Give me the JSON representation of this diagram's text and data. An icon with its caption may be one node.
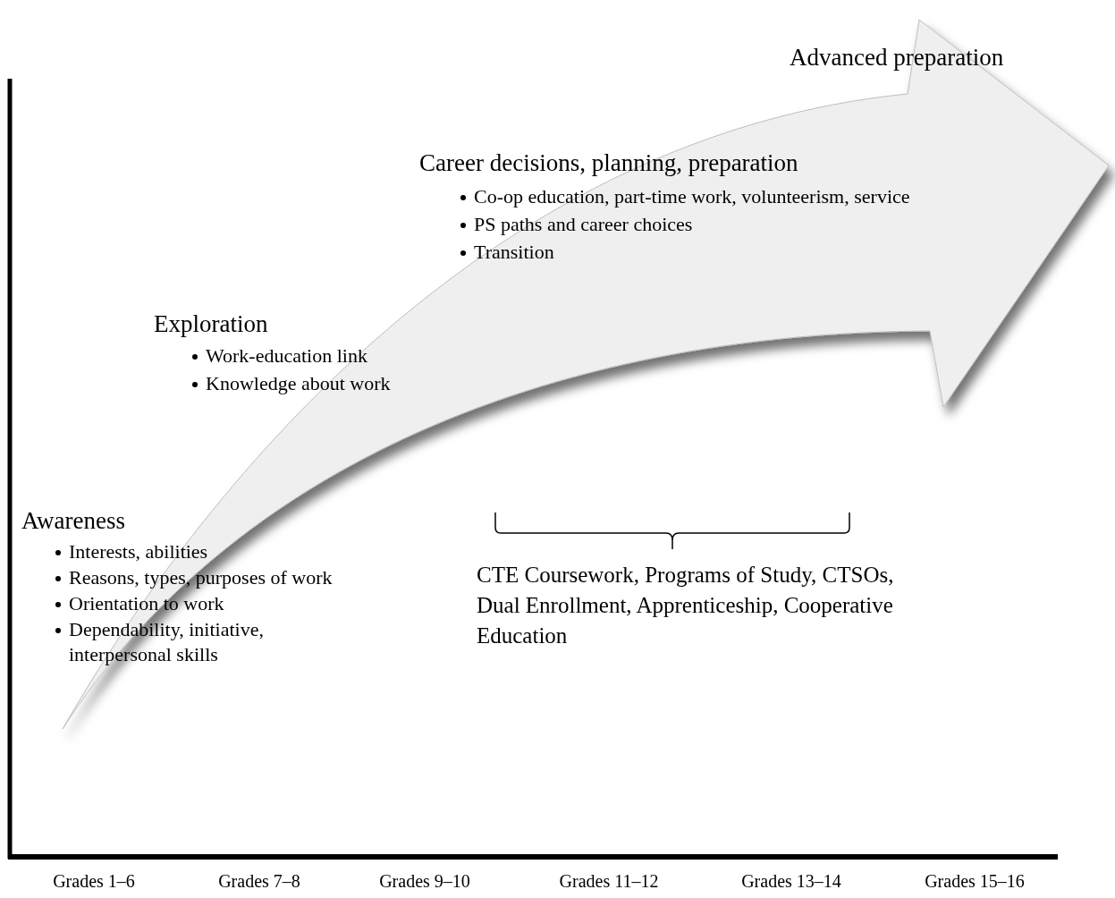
{
  "diagram": {
    "labels": [
      "Advanced preparation",
      "Career decisions, planning, preparation",
      "Co-op education, part-time work, volunteerism, service",
      "PS paths and career choices",
      "Transition",
      "Exploration",
      "Work-education link",
      "Knowledge about work",
      "Awareness",
      "Interests, abilities",
      "Reasons, types, purposes of work",
      "Orientation to work",
      "Dependability, initiative, interpersonal skills",
      "CTE Coursework, Programs of Study, CTSOs, Dual Enrollment, Apprenticeship, Cooperative Education",
      "Grades 1–6",
      "Grades 7–8",
      "Grades 9–10",
      "Grades 11–12",
      "Grades 13–14",
      "Grades 15–16"
    ]
  }
}
